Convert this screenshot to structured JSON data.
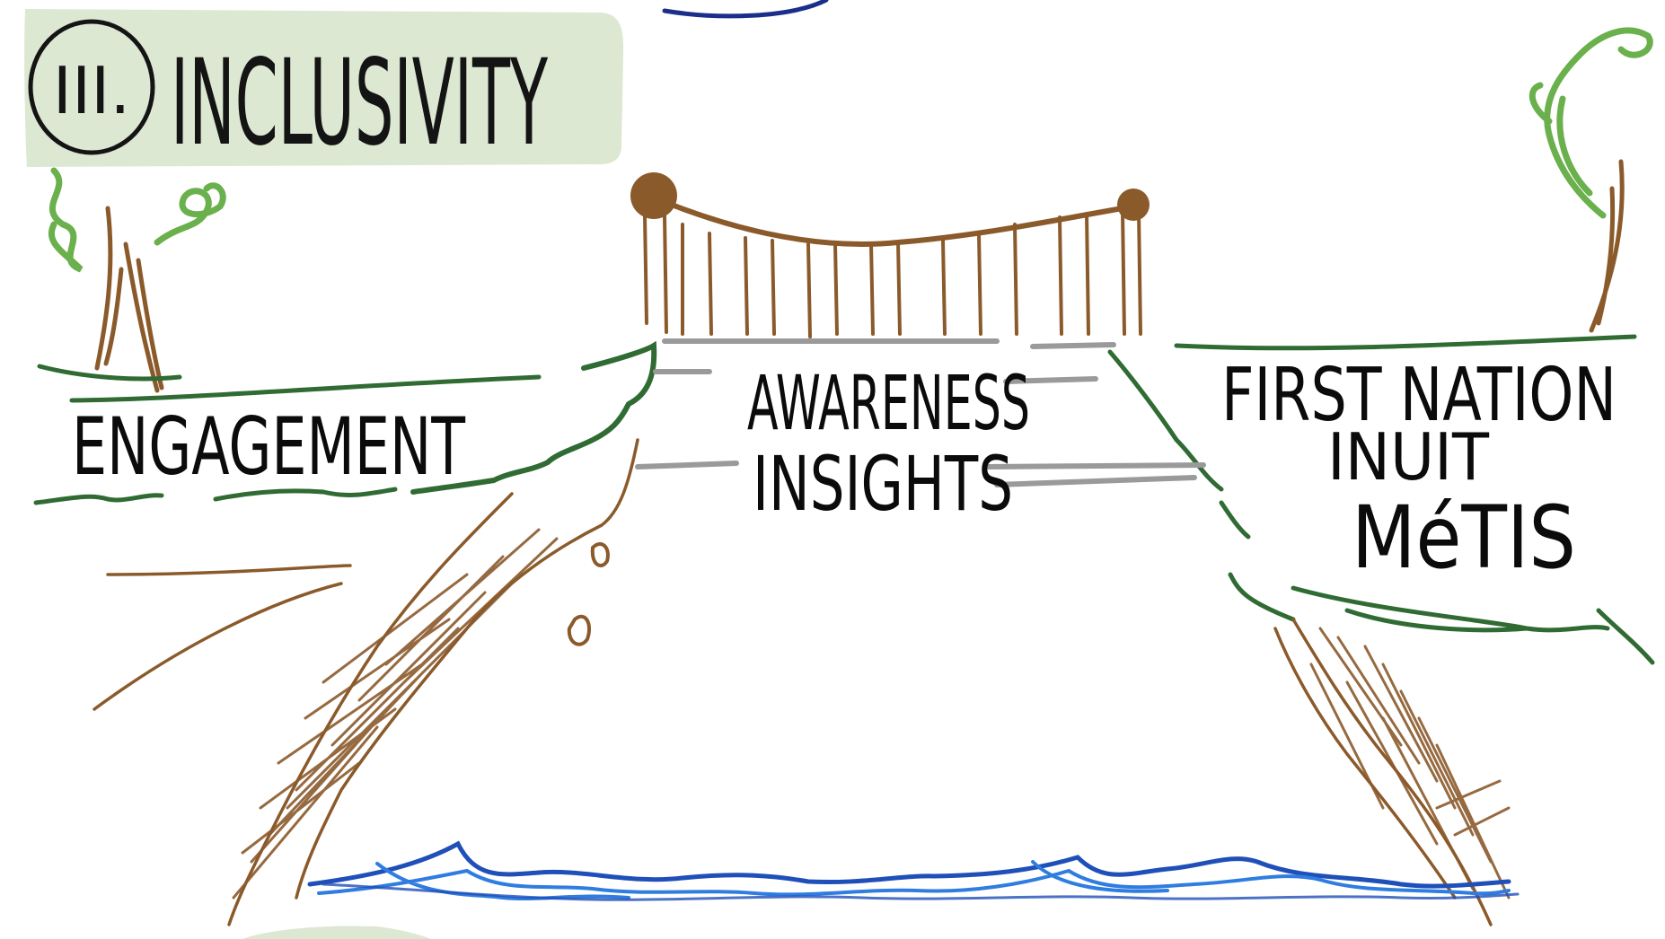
{
  "title": {
    "numeral": "III.",
    "text": "INCLUSIVITY"
  },
  "labels": {
    "left_bank": "ENGAGEMENT",
    "bridge_line1": "AWARENESS",
    "bridge_line2": "INSIGHTS",
    "right_line1": "FIRST NATION",
    "right_line2": "INUIT",
    "right_line3": "MéTIS"
  },
  "colors": {
    "title_highlight": "#dce8d2",
    "ink": "#141414",
    "grass": "#2f6b33",
    "earth": "#8b5a2b",
    "bridge_rope": "#9a9a9a",
    "leaves": "#6ab04c",
    "water_dark": "#1f4fb8",
    "water_light": "#2f7de0",
    "top_stroke": "#1a2e8a"
  }
}
